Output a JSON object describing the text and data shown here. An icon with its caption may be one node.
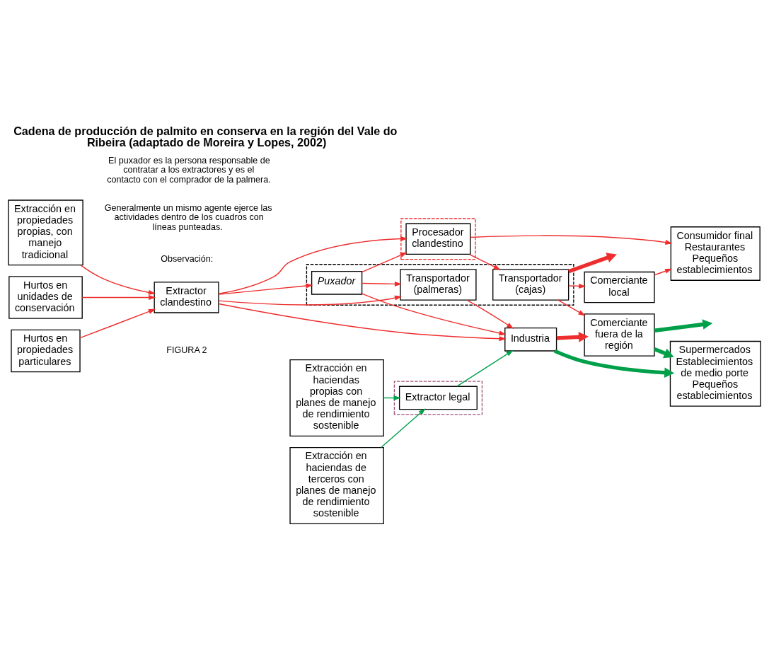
{
  "diagram": {
    "title": "Cadena de producción de palmito en conserva en la región del Vale do Ribeira (adaptado de Moreira y Lopes, 2002)",
    "nodes": [
      {
        "text": [
          "Hurtos en propiedades particulares"
        ]
      },
      {
        "text": [],
        "shape": "box"
      },
      {
        "text": [],
        "shape": "box"
      },
      {
        "text": [
          "Extractor clandestino"
        ]
      },
      {
        "text": [
          "Procesador clandestino"
        ],
        "in": 2
      },
      {
        "text": [
          "Consumidor final",
          "Restaurantes",
          "Pequeños establecimientos"
        ]
      },
      {
        "text": [
          "Hurtos en unidades de conservación"
        ]
      },
      {
        "text": [
          "Comerciante local"
        ]
      },
      {
        "text": [
          "Extracción en propiedades propias, con manejo tradicional"
        ]
      },
      {
        "text": [],
        "shape": "box"
      },
      {
        "text": [
          "Puxador"
        ],
        "in": 9
      },
      {
        "text": [
          "Transportador (palmeras)"
        ],
        "in": 9
      },
      {
        "text": [
          "Transportador (cajas)"
        ],
        "in": 9
      },
      {
        "text": [
          "Industria"
        ]
      },
      {
        "text": [
          "Comerciante fuera de la región"
        ]
      },
      {
        "text": [
          "Supermercados",
          "Establecimientos de medio porte",
          "Pequeños establecimientos"
        ]
      },
      {
        "text": [
          "Extracción en haciendas propias con planes de manejo de rendimiento sostenible"
        ]
      },
      {
        "text": [
          "Extractor legal"
        ],
        "in": 1
      },
      {
        "text": [
          "Extracción en haciendas de terceros con planes de manejo de rendimiento sostenible"
        ]
      }
    ],
    "edges": [
      {
        "from": 0,
        "to": 3,
        "arrow": "to"
      },
      {
        "from": 6,
        "to": 3,
        "arrow": "to"
      },
      {
        "from": 8,
        "to": 3,
        "arrow": "to"
      },
      {
        "from": 16,
        "to": 17,
        "arrow": "to",
        "color": "#00a04a"
      },
      {
        "from": 18,
        "to": 17,
        "arrow": "to",
        "color": "#00a04a"
      },
      {
        "from": 3,
        "to": 4,
        "arrow": "to"
      },
      {
        "from": 3,
        "to": 10,
        "arrow": "to"
      },
      {
        "from": 3,
        "to": 11,
        "arrow": "to"
      },
      {
        "from": 3,
        "to": 13,
        "arrow": "to"
      },
      {
        "from": 10,
        "to": 4,
        "arrow": "to"
      },
      {
        "from": 10,
        "to": 11,
        "arrow": "to"
      },
      {
        "from": 10,
        "to": 13,
        "arrow": "to"
      },
      {
        "from": 11,
        "to": 13,
        "arrow": "to"
      },
      {
        "from": 4,
        "to": 12,
        "arrow": "to"
      },
      {
        "from": 4,
        "to": 5,
        "arrow": "to"
      },
      {
        "from": 7,
        "to": 5,
        "arrow": "to"
      },
      {
        "from": 12,
        "to": 7,
        "arrow": "to"
      },
      {
        "from": 12,
        "to": 14,
        "arrow": "to"
      },
      {
        "from": 12,
        "to": null,
        "arrow": "to",
        "style": "thick"
      },
      {
        "from": 13,
        "to": 14,
        "arrow": "to",
        "style": "thick"
      },
      {
        "from": 14,
        "to": 15,
        "arrow": "to",
        "style": "thick",
        "color": "#00a04a"
      },
      {
        "from": 14,
        "to": null,
        "arrow": "to",
        "style": "thick",
        "color": "#00a04a"
      },
      {
        "from": 17,
        "to": 13,
        "arrow": "to",
        "color": "#00a04a"
      },
      {
        "from": 13,
        "to": 15,
        "arrow": "to",
        "style": "thick",
        "color": "#00a04a"
      }
    ],
    "labels": [
      "FIGURA 2",
      "Observación:",
      "Generalmente un mismo agente ejerce las actividades dentro de los cuadros con líneas punteadas.",
      "El puxador es la persona responsable de contratar a los extractores y es el contacto con el comprador de la palmera."
    ]
  }
}
